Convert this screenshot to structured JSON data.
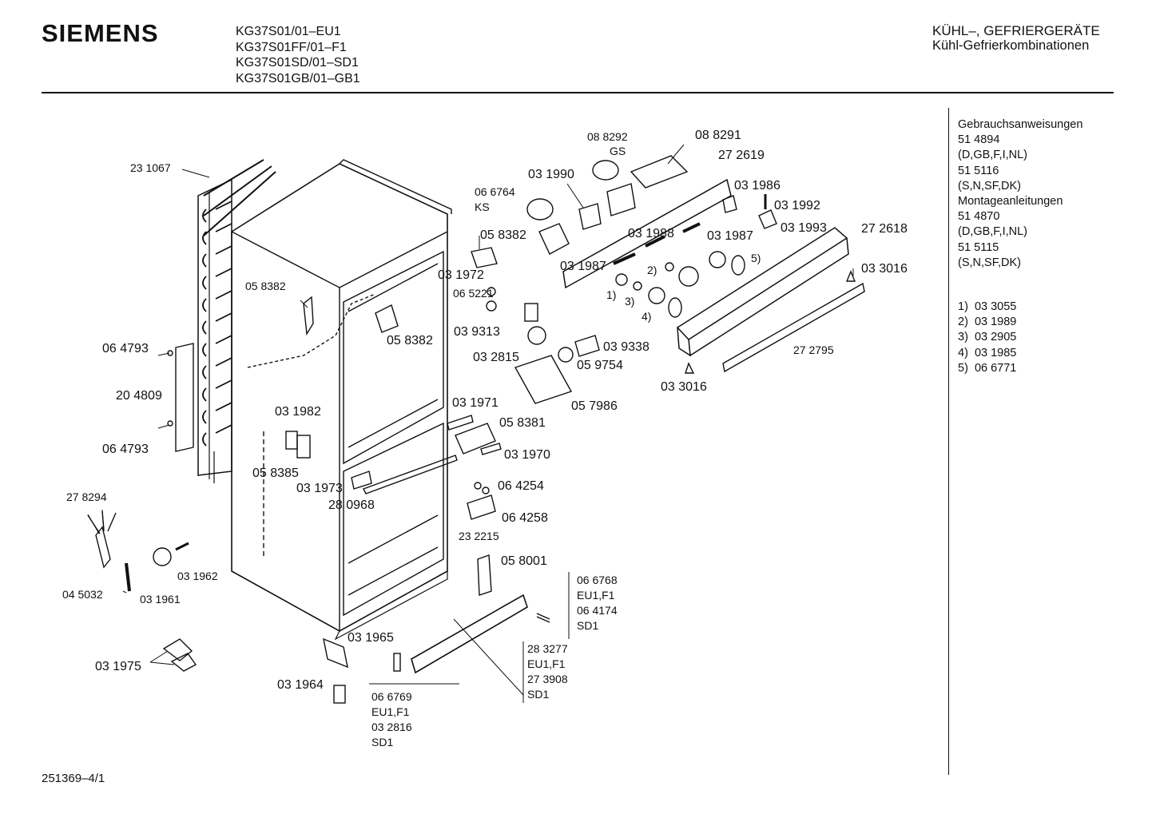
{
  "header": {
    "brand": "SIEMENS",
    "models": [
      "KG37S01/01–EU1",
      "KG37S01FF/01–F1",
      "KG37S01SD/01–SD1",
      "KG37S01GB/01–GB1"
    ],
    "category_title": "KÜHL–, GEFRIERGERÄTE",
    "category_subtitle": "Kühl-Gefrierkombinationen"
  },
  "documents": [
    "Gebrauchsanweisungen",
    "51 4894",
    "(D,GB,F,I,NL)",
    "51 5116",
    "(S,N,SF,DK)",
    "Montageanleitungen",
    "51 4870",
    "(D,GB,F,I,NL)",
    "51 5115",
    "(S,N,SF,DK)"
  ],
  "legend": [
    "1)  03 3055",
    "2)  03 1989",
    "3)  03 2905",
    "4)  03 1985",
    "5)  06 6771"
  ],
  "footer": {
    "doc_ref": "251369–4/1"
  },
  "parts": {
    "p231067": "23 1067",
    "p064793a": "06 4793",
    "p204809": "20 4809",
    "p064793b": "06 4793",
    "p058382a": "05 8382",
    "p058382b": "05 8382",
    "p058382c": "05 8382",
    "p031982": "03 1982",
    "p058385": "05 8385",
    "p031973": "03 1973",
    "p280968": "28 0968",
    "p278294": "27 8294",
    "p045032": "04 5032",
    "p031962": "03 1962",
    "p031961": "03 1961",
    "p031975": "03 1975",
    "p031964": "03 1964",
    "p031965": "03 1965",
    "p066769": "06 6769",
    "p066769b": "EU1,F1",
    "p066769c": "03 2816",
    "p066769d": "SD1",
    "p283277": "28 3277",
    "p283277b": "EU1,F1",
    "p283277c": "27 3908",
    "p283277d": "SD1",
    "p066768": "06 6768",
    "p066768b": "EU1,F1",
    "p066768c": "06 4174",
    "p066768d": "SD1",
    "p058001": "05 8001",
    "p232215": "23 2215",
    "p064254": "06 4254",
    "p064258": "06 4258",
    "p031970": "03 1970",
    "p058381": "05 8381",
    "p031971": "03 1971",
    "p057986": "05 7986",
    "p059754": "05 9754",
    "p039338": "03 9338",
    "p032815": "03 2815",
    "p039313": "03 9313",
    "p065221": "06 5221",
    "p031972": "03 1972",
    "p066764": "06 6764",
    "pKS": "KS",
    "p031990": "03 1990",
    "p088292": "08 8292",
    "pGS": "GS",
    "p088291": "08 8291",
    "p272619": "27 2619",
    "p031986": "03 1986",
    "p031992": "03 1992",
    "p031993": "03 1993",
    "p272618": "27 2618",
    "p033016a": "03 3016",
    "p033016b": "03 3016",
    "p272795": "27 2795",
    "p031988": "03 1988",
    "p031987a": "03 1987",
    "p031987b": "03 1987",
    "m1": "1)",
    "m2": "2)",
    "m3": "3)",
    "m4": "4)",
    "m5": "5)"
  }
}
